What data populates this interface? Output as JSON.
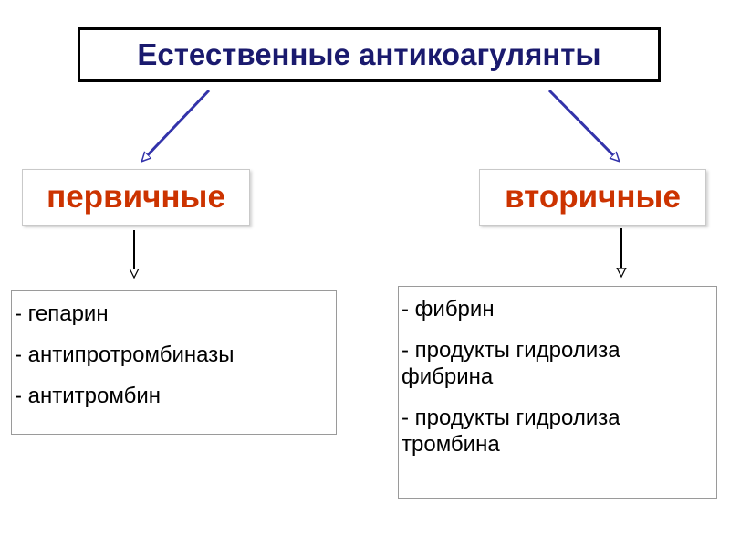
{
  "title": "Естественные антикоагулянты",
  "categories": {
    "primary": "первичные",
    "secondary": "вторичные"
  },
  "lists": {
    "primary": [
      "- гепарин",
      "- антипротромбиназы",
      "- антитромбин"
    ],
    "secondary": [
      "- фибрин",
      "- продукты гидролиза\n фибрина",
      "- продукты гидролиза\n тромбина"
    ]
  },
  "colors": {
    "title_text": "#1a1a6e",
    "category_text": "#cc3300",
    "diagonal_arrows": "#3333aa",
    "vertical_arrows": "#000000"
  }
}
